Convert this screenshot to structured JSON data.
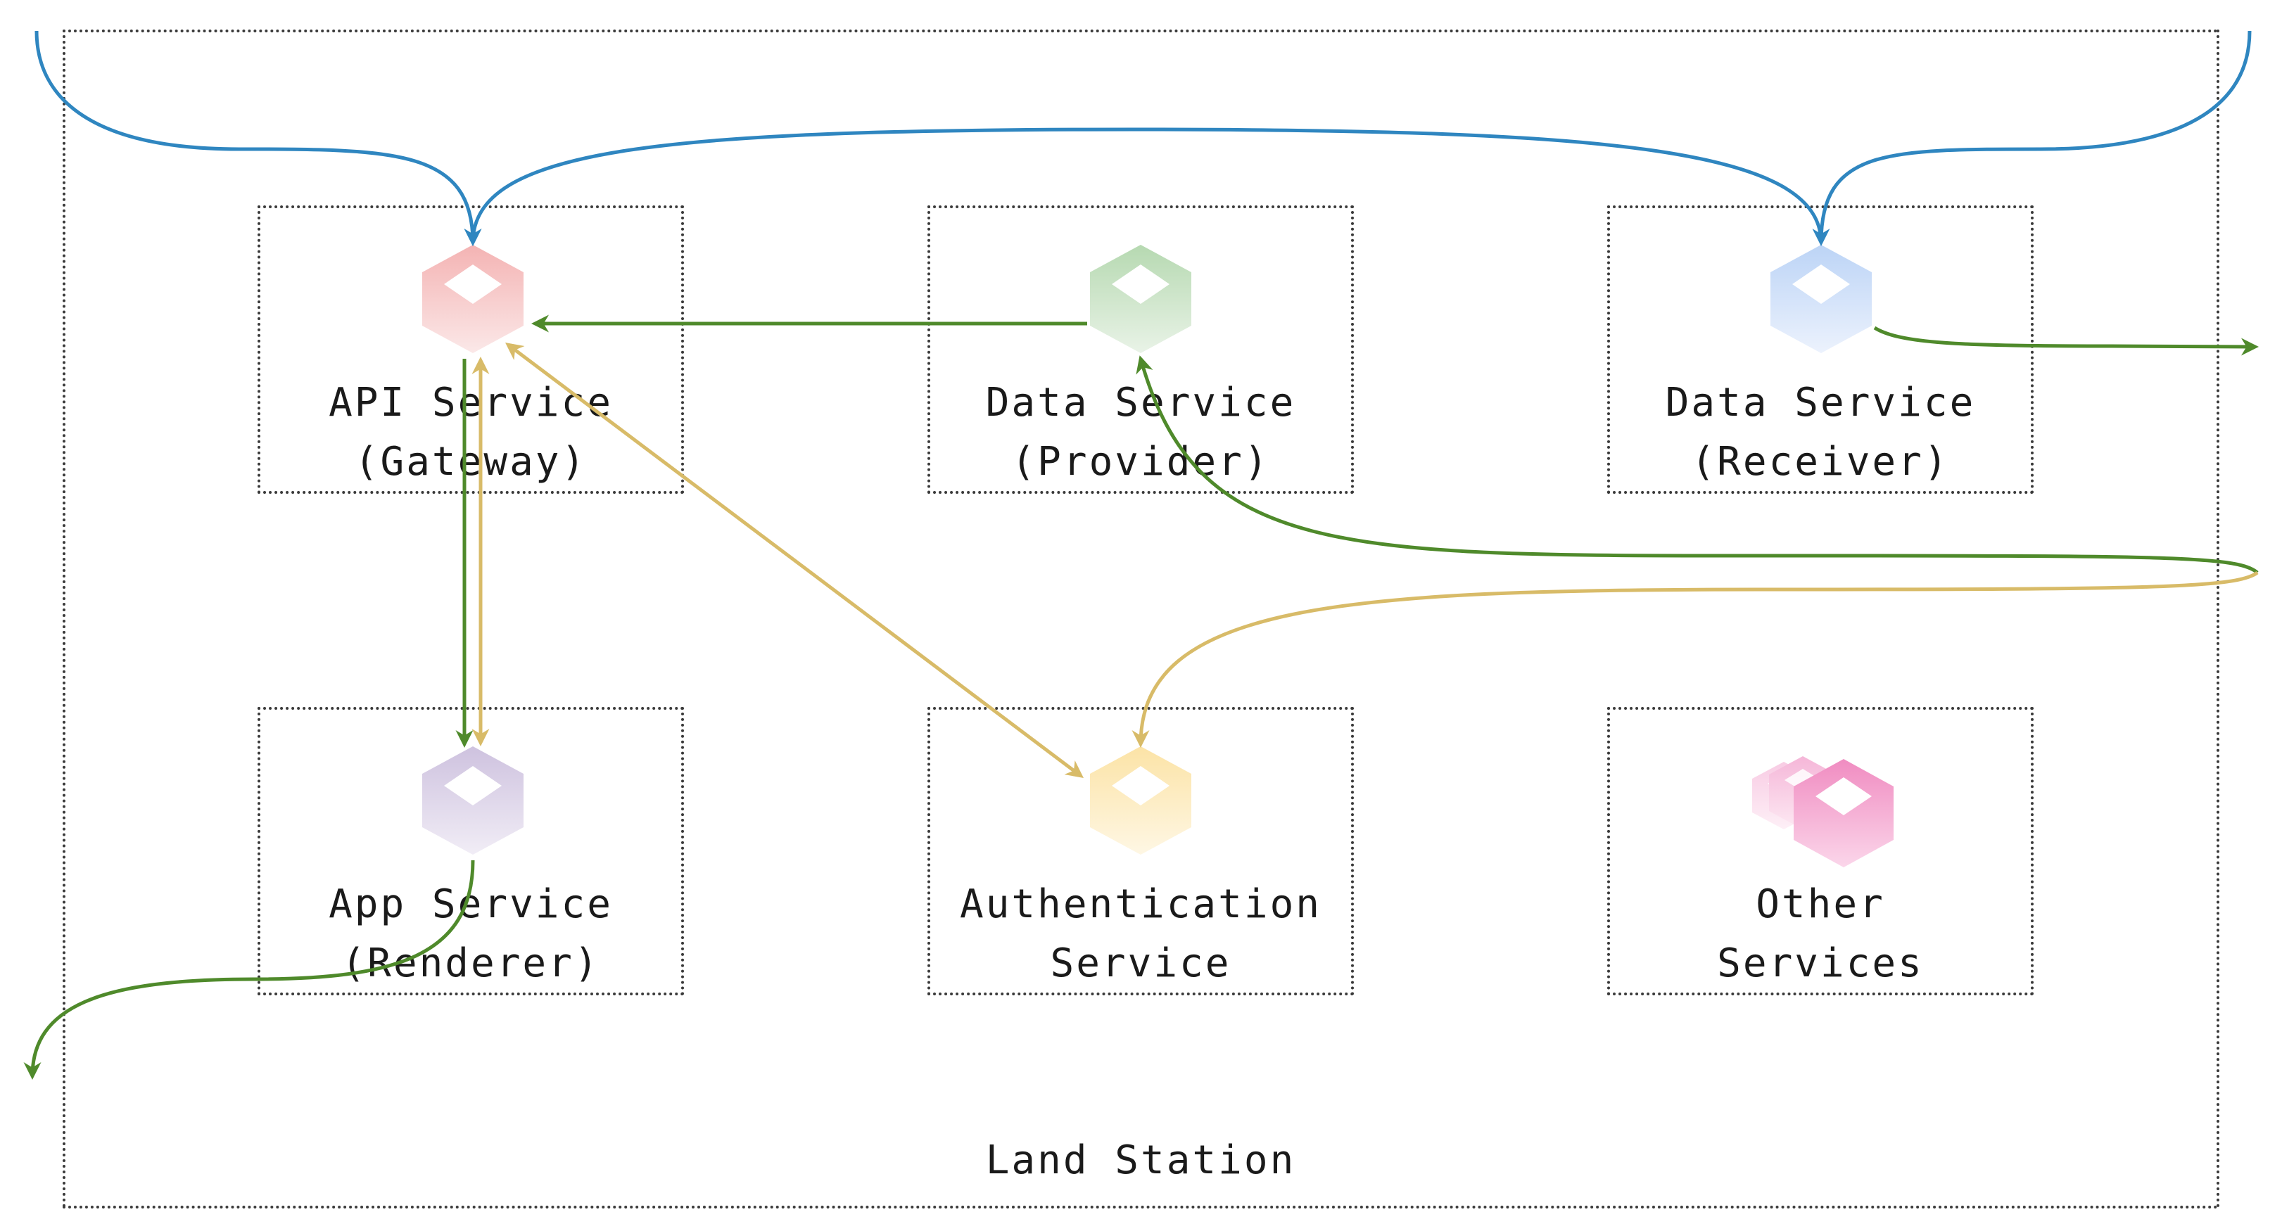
{
  "diagram": {
    "station_label": "Land Station",
    "services": {
      "api": {
        "line1": "API Service",
        "line2": "(Gateway)",
        "color": "#f4b8b8"
      },
      "provider": {
        "line1": "Data Service",
        "line2": "(Provider)",
        "color": "#b9dbb4"
      },
      "receiver": {
        "line1": "Data Service",
        "line2": "(Receiver)",
        "color": "#c3d8f7"
      },
      "app": {
        "line1": "App Service",
        "line2": "(Renderer)",
        "color": "#d3c8e2"
      },
      "auth": {
        "line1": "Authentication",
        "line2": "Service",
        "color": "#fbe6b0"
      },
      "other": {
        "line1": "Other",
        "line2": "Services",
        "color": "#f39ac8"
      }
    },
    "colors": {
      "blue": "#2f86c0",
      "green": "#4f8a2b",
      "gold": "#d8bb68",
      "border": "#3a3a3a"
    },
    "icons": {
      "api": "hexagon-cube-icon",
      "provider": "hexagon-cube-icon",
      "receiver": "hexagon-cube-icon",
      "app": "hexagon-cube-icon",
      "auth": "hexagon-cube-icon",
      "other": "stacked-hexagon-cubes-icon"
    }
  }
}
